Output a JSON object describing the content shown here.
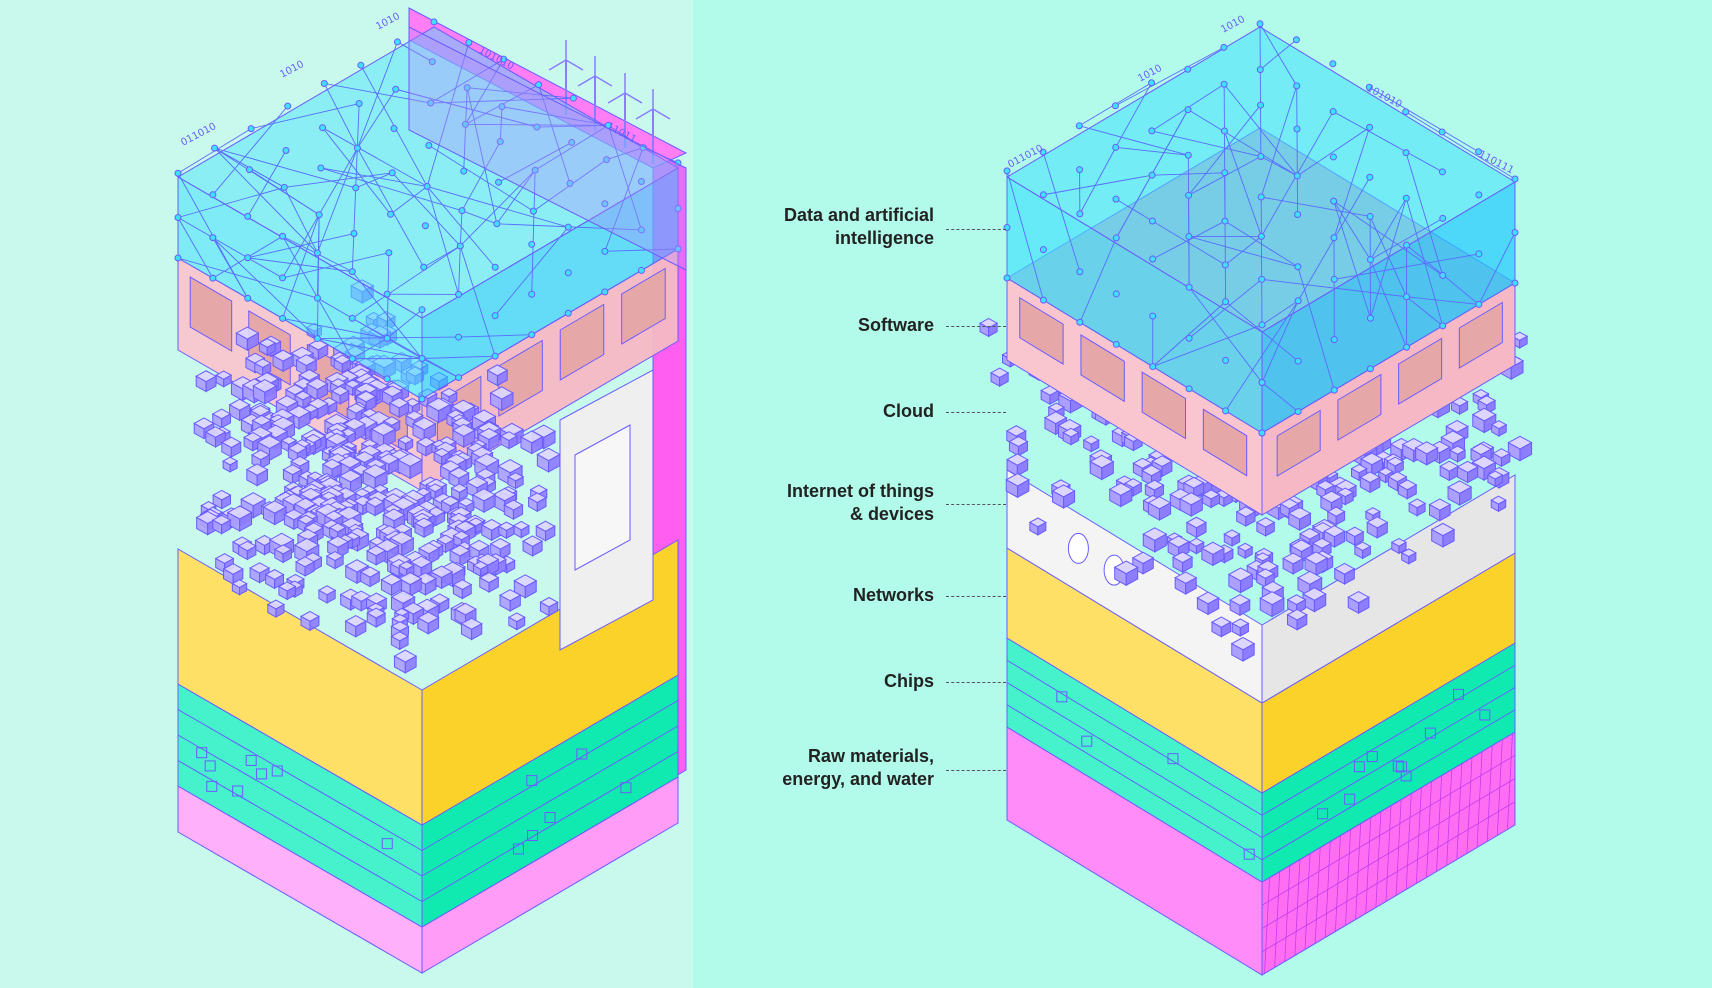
{
  "labels": [
    {
      "id": "data-ai",
      "lines": [
        "Data and artificial",
        "intelligence"
      ]
    },
    {
      "id": "software",
      "lines": [
        "Software"
      ]
    },
    {
      "id": "cloud",
      "lines": [
        "Cloud"
      ]
    },
    {
      "id": "iot",
      "lines": [
        "Internet of things",
        "& devices"
      ]
    },
    {
      "id": "networks",
      "lines": [
        "Networks"
      ]
    },
    {
      "id": "chips",
      "lines": [
        "Chips"
      ]
    },
    {
      "id": "raw",
      "lines": [
        "Raw materials,",
        "energy, and water"
      ]
    }
  ],
  "binary_tags": {
    "left": [
      "1010",
      "1010",
      "011010",
      "101010",
      "11011"
    ],
    "right": [
      "1010",
      "1010",
      "011010",
      "101010",
      "110111"
    ]
  },
  "colors": {
    "mesh": "#3fe0ff",
    "mesh_line": "#5a6cff",
    "software": "#f9c6cf",
    "cloud": "#a99dff",
    "iot": "#f4f4f4",
    "networks": "#fad22a",
    "chips": "#2ff0c4",
    "raw": "#ff6ef2"
  }
}
